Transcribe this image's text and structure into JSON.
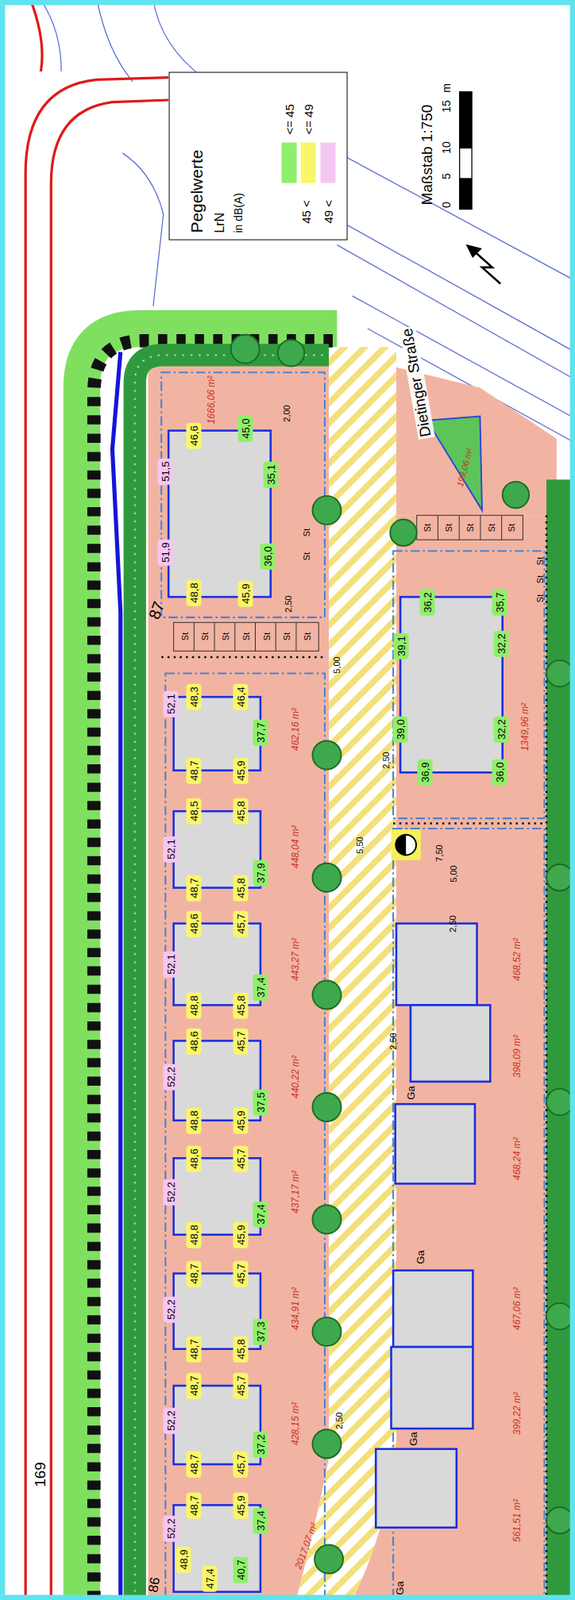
{
  "diagram": {
    "nodes": [
      {
        "text": [
          "Pegelwerte",
          "LrN",
          "in dB(A)"
        ]
      },
      {
        "text": [
          "46,6"
        ]
      },
      {
        "text": [
          "45,0"
        ]
      },
      {
        "text": [
          "51,5"
        ]
      },
      {
        "text": [
          "35,1"
        ]
      },
      {
        "text": [
          "51,9"
        ]
      },
      {
        "text": [
          "36,0"
        ]
      },
      {
        "text": [
          "48,8"
        ]
      },
      {
        "text": [
          "45,9"
        ]
      },
      {
        "text": [
          "36,2"
        ]
      },
      {
        "text": [
          "35,7"
        ]
      },
      {
        "text": [
          "39,1"
        ]
      },
      {
        "text": [
          "32,2"
        ]
      },
      {
        "text": [
          "39,0"
        ]
      },
      {
        "text": [
          "32,2"
        ]
      },
      {
        "text": [
          "36,9"
        ]
      },
      {
        "text": [
          "36,0"
        ]
      },
      {
        "text": [
          "48,3"
        ]
      },
      {
        "text": [
          "46,4"
        ]
      },
      {
        "text": [
          "52,1"
        ]
      },
      {
        "text": [
          "37,7"
        ]
      },
      {
        "text": [
          "48,7"
        ]
      },
      {
        "text": [
          "45,9"
        ]
      },
      {
        "text": [
          "48,5"
        ]
      },
      {
        "text": [
          "45,8"
        ]
      },
      {
        "text": [
          "52,1"
        ]
      },
      {
        "text": [
          "37,9"
        ]
      },
      {
        "text": [
          "48,7"
        ]
      },
      {
        "text": [
          "45,8"
        ]
      },
      {
        "text": [
          "48,6"
        ]
      },
      {
        "text": [
          "45,7"
        ]
      },
      {
        "text": [
          "52,1"
        ]
      },
      {
        "text": [
          "37,4"
        ]
      },
      {
        "text": [
          "48,8"
        ]
      },
      {
        "text": [
          "45,8"
        ]
      },
      {
        "text": [
          "48,6"
        ]
      },
      {
        "text": [
          "45,7"
        ]
      },
      {
        "text": [
          "52,2"
        ]
      },
      {
        "text": [
          "37,5"
        ]
      },
      {
        "text": [
          "48,8"
        ]
      },
      {
        "text": [
          "45,9"
        ]
      },
      {
        "text": [
          "48,6"
        ]
      },
      {
        "text": [
          "45,7"
        ]
      },
      {
        "text": [
          "52,2"
        ]
      },
      {
        "text": [
          "37,4"
        ]
      },
      {
        "text": [
          "48,8"
        ]
      },
      {
        "text": [
          "45,9"
        ]
      },
      {
        "text": [
          "48,7"
        ]
      },
      {
        "text": [
          "45,7"
        ]
      },
      {
        "text": [
          "52,2"
        ]
      },
      {
        "text": [
          "37,3"
        ]
      },
      {
        "text": [
          "48,7"
        ]
      },
      {
        "text": [
          "45,8"
        ]
      },
      {
        "text": [
          "48,7"
        ]
      },
      {
        "text": [
          "45,7"
        ]
      },
      {
        "text": [
          "52,2"
        ]
      },
      {
        "text": [
          "37,2"
        ]
      },
      {
        "text": [
          "48,7"
        ]
      },
      {
        "text": [
          "45,7"
        ]
      },
      {
        "text": [
          "48,7"
        ]
      },
      {
        "text": [
          "45,9"
        ]
      },
      {
        "text": [
          "52,2"
        ]
      },
      {
        "text": [
          "37,4"
        ]
      },
      {
        "text": [
          "48,9"
        ]
      },
      {
        "text": [
          "47,4"
        ]
      },
      {
        "text": [
          "40,7"
        ]
      }
    ],
    "labels": [
      "87",
      "86",
      "169",
      "Dietinger Straße",
      "Maßstab 1:750",
      "0",
      "5",
      "10",
      "15",
      "m",
      "45 <",
      "1666,06 m²",
      "462,16 m²",
      "448,04 m²",
      "443,27 m²",
      "440,22 m²",
      "437,17 m²",
      "434,91 m²",
      "428,15 m²",
      "2017,07 m²",
      "1349,96 m²",
      "468,52 m²",
      "398,09 m²",
      "468,24 m²",
      "467,06 m²",
      "399,22 m²",
      "561,51 m²",
      "199,06 m²",
      "2,00",
      "2,50",
      "5,00",
      "5,50",
      "7,50",
      "5,00",
      "2,50",
      "2,50",
      "2,50",
      "2,50",
      "St",
      "St",
      "St",
      "St",
      "St",
      "St",
      "St",
      "St",
      "St",
      "St",
      "St",
      "St",
      "St",
      "St",
      "St",
      "St",
      "St",
      "Ga",
      "Ga",
      "Ga",
      "Ga"
    ],
    "legend": [
      {
        "text": "<= 45",
        "color": "#8fef6b"
      },
      {
        "text": "<= 49",
        "color": "#f9f66a"
      },
      {
        "text": "49 <",
        "color": "#f6c6f2"
      }
    ]
  }
}
